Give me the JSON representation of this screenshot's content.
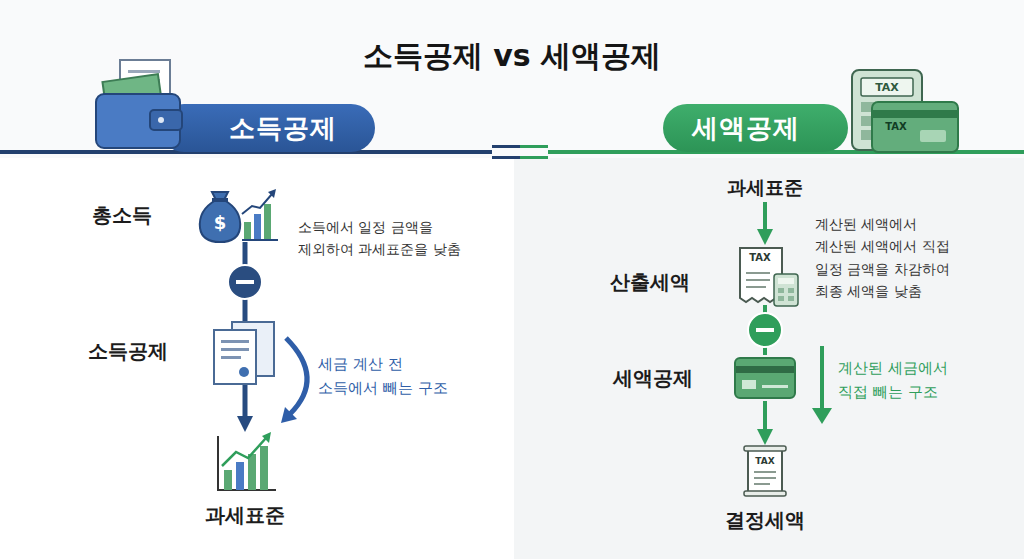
{
  "diagram": {
    "title": "소득공제 vs 세액공제",
    "nodes": [
      {
        "text": [
          "소득공제"
        ]
      },
      {
        "text": [
          "총소득"
        ]
      },
      {
        "text": [
          "소득공제"
        ]
      },
      {
        "text": [
          "과세표준"
        ]
      },
      {
        "text": [
          "세액공제"
        ]
      },
      {
        "text": [
          "과세표준"
        ]
      },
      {
        "text": [
          "산출세액"
        ]
      },
      {
        "text": [
          "세액공제"
        ]
      },
      {
        "text": [
          "결정세액"
        ]
      }
    ],
    "edges": [
      {
        "from": 1,
        "to": 2,
        "arrow": "none"
      },
      {
        "from": 2,
        "to": 3,
        "arrow": "to"
      },
      {
        "from": 5,
        "to": 6,
        "arrow": "to"
      },
      {
        "from": 6,
        "to": 7,
        "arrow": "none"
      },
      {
        "from": 7,
        "to": 8,
        "arrow": "to"
      }
    ],
    "labels": [
      "TAX",
      "TAX",
      "$",
      "소득에서 일정 금액을 제외하여 과세표준을 낮춤",
      "세금 계산 전 소득에서 빼는 구조",
      "계산된 세액에서 계산된 세액에서 직접 일정 금액을 차감하여 최종 세액을 낮춤",
      "TAX",
      "계산된 세금에서 직접 빼는 구조",
      "TAX"
    ]
  }
}
